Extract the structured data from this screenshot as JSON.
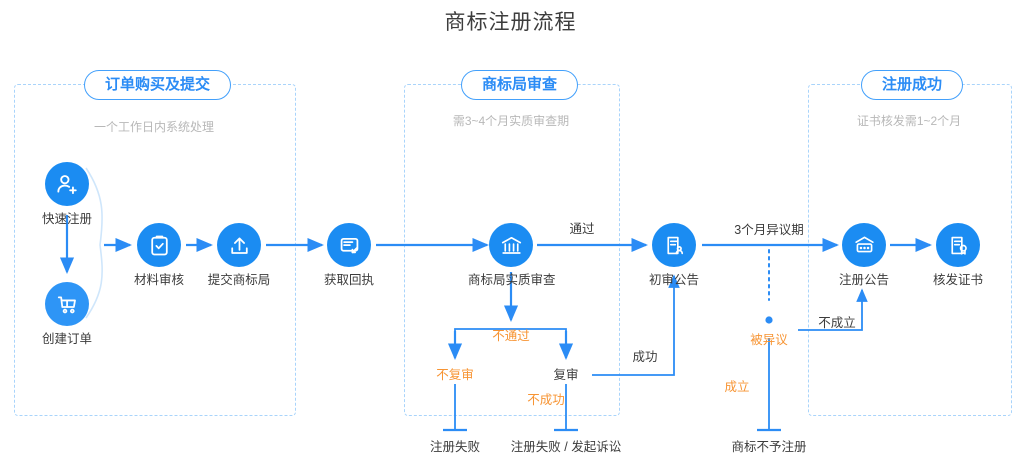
{
  "title": "商标注册流程",
  "colors": {
    "primary_blue": "#1b8cf2",
    "light_blue": "#2e95f6",
    "dashed_border": "#a9d4fb",
    "arrow_blue": "#2b8cf5",
    "orange": "#f79433",
    "muted_gray": "#b8b8b8",
    "text": "#3c3c3c"
  },
  "stages": [
    {
      "id": "stage-order",
      "title": "订单购买及提交",
      "subtitle": "一个工作日内系统处理"
    },
    {
      "id": "stage-review",
      "title": "商标局审查",
      "subtitle": "需3~4个月实质审查期"
    },
    {
      "id": "stage-done",
      "title": "注册成功",
      "subtitle": "证书核发需1~2个月"
    }
  ],
  "nodes": [
    {
      "id": "quick-register",
      "label": "快速注册",
      "icon": "user-add-icon"
    },
    {
      "id": "create-order",
      "label": "创建订单",
      "icon": "shopping-cart-icon"
    },
    {
      "id": "material-audit",
      "label": "材料审核",
      "icon": "clipboard-check-icon"
    },
    {
      "id": "submit-office",
      "label": "提交商标局",
      "icon": "upload-icon"
    },
    {
      "id": "get-receipt",
      "label": "获取回执",
      "icon": "mail-receipt-icon"
    },
    {
      "id": "substantive",
      "label": "商标局实质审查",
      "icon": "government-bank-icon"
    },
    {
      "id": "first-notice",
      "label": "初审公告",
      "icon": "document-person-icon"
    },
    {
      "id": "register-notice",
      "label": "注册公告",
      "icon": "announce-board-icon"
    },
    {
      "id": "issue-cert",
      "label": "核发证书",
      "icon": "certificate-icon"
    }
  ],
  "edge_labels": [
    {
      "id": "pass",
      "text": "通过",
      "tone": "dark"
    },
    {
      "id": "not-pass",
      "text": "不通过",
      "tone": "orange"
    },
    {
      "id": "no-reexam",
      "text": "不复审",
      "tone": "orange"
    },
    {
      "id": "reexam",
      "text": "复审",
      "tone": "dark"
    },
    {
      "id": "succeed",
      "text": "成功",
      "tone": "dark"
    },
    {
      "id": "not-succeed",
      "text": "不成功",
      "tone": "orange"
    },
    {
      "id": "opposition",
      "text": "3个月异议期",
      "tone": "dark"
    },
    {
      "id": "opposed",
      "text": "被异议",
      "tone": "orange"
    },
    {
      "id": "not-valid",
      "text": "不成立",
      "tone": "dark"
    },
    {
      "id": "valid",
      "text": "成立",
      "tone": "orange"
    }
  ],
  "terminals": [
    {
      "id": "fail-register",
      "text": "注册失败"
    },
    {
      "id": "fail-or-litigate",
      "text": "注册失败 / 发起诉讼"
    },
    {
      "id": "no-registration",
      "text": "商标不予注册"
    }
  ]
}
